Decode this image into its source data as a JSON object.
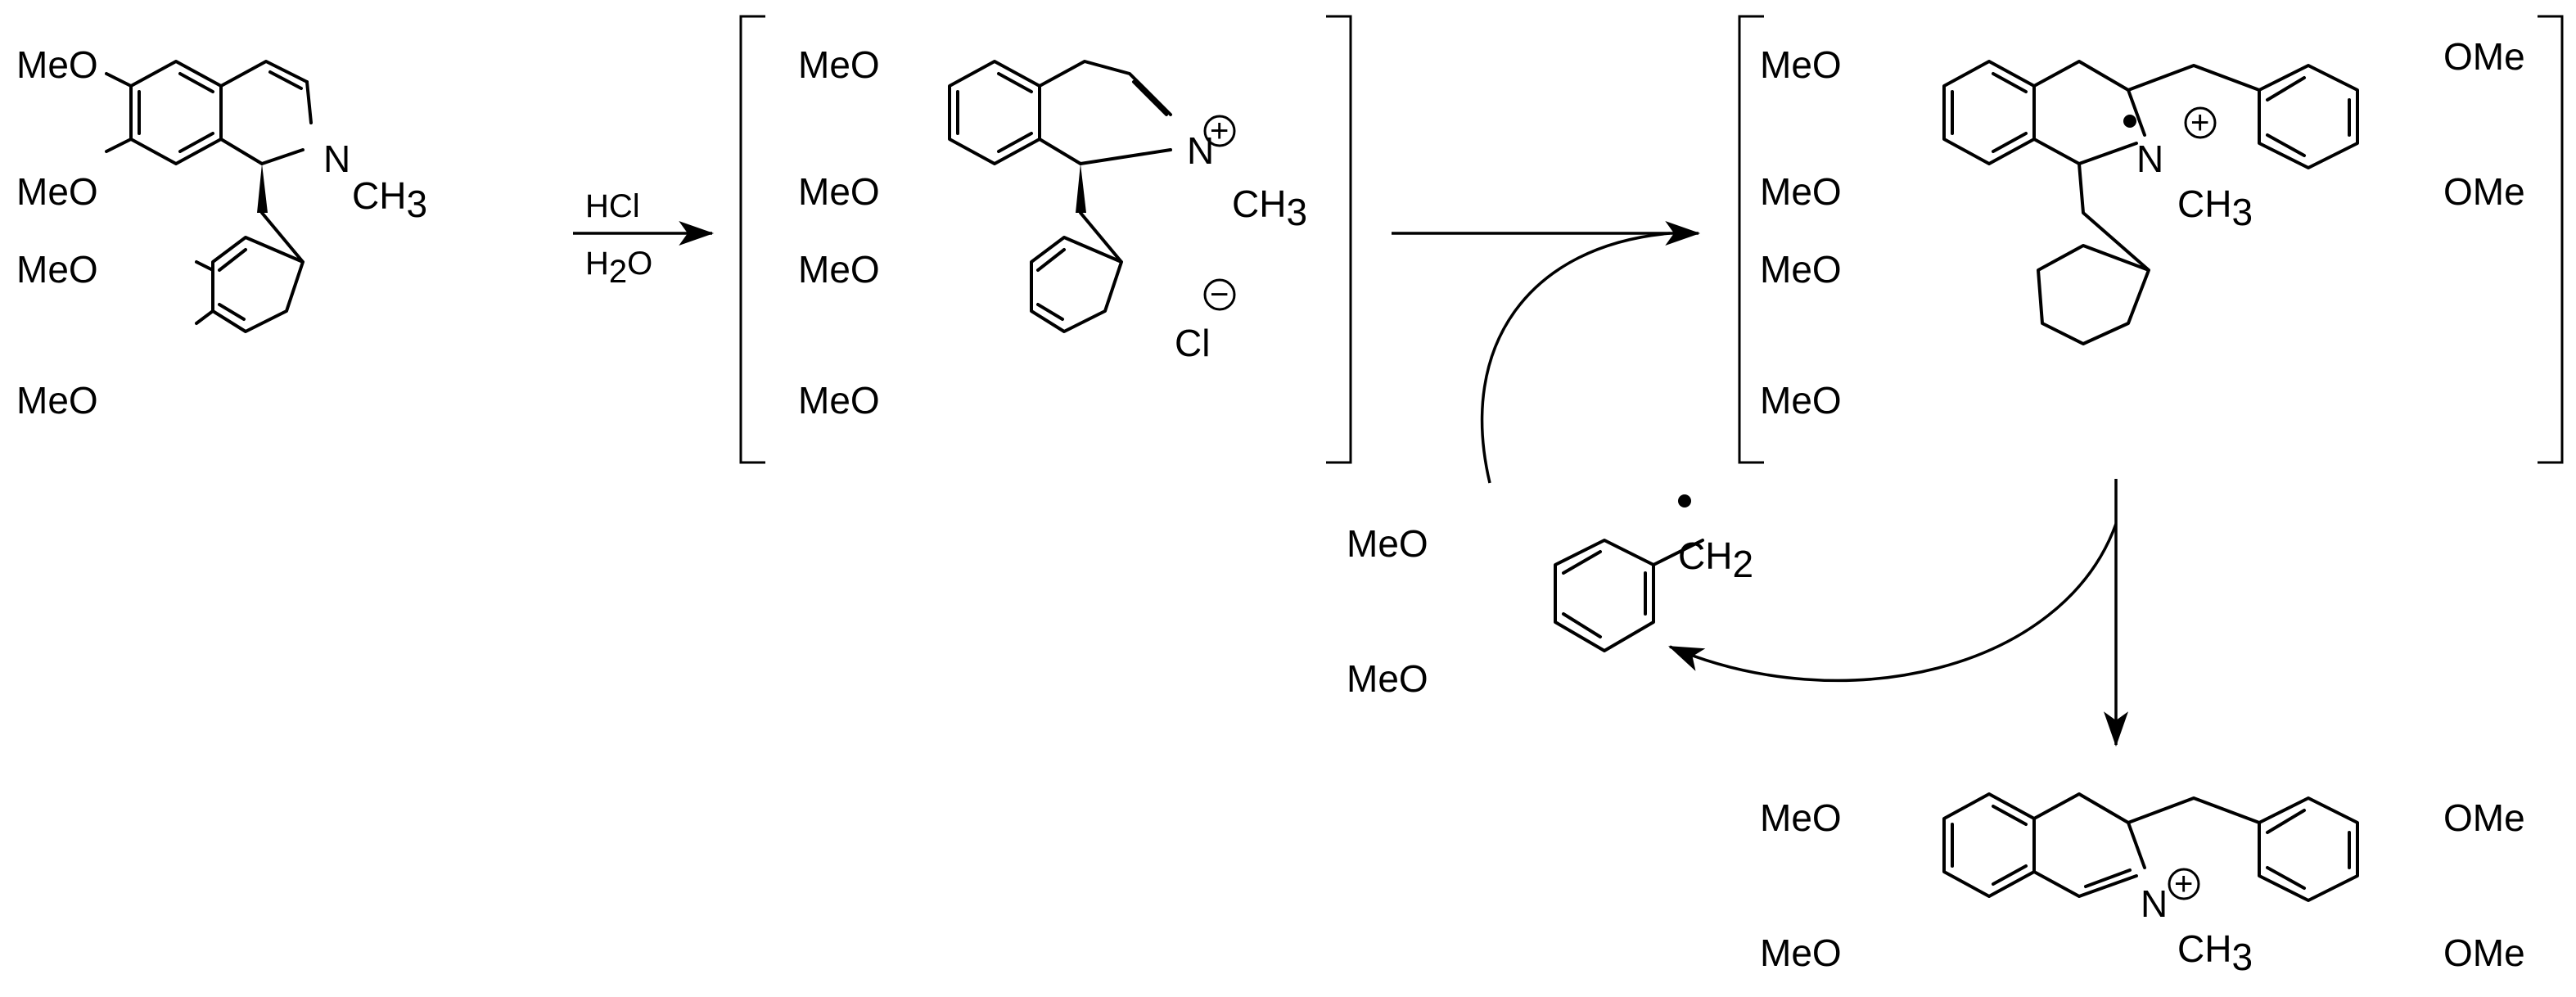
{
  "groups": {
    "meo": "MeO",
    "ome": "OMe",
    "n": "N",
    "ch3_main": "CH",
    "ch3_sub": "3",
    "ch2_main": "CH",
    "ch2_sub": "2",
    "cl": "Cl",
    "plus": "+",
    "minus": "−"
  },
  "reagents": {
    "top": "HCl",
    "bottom_main": "H",
    "bottom_sub": "2",
    "bottom_end": "O"
  }
}
